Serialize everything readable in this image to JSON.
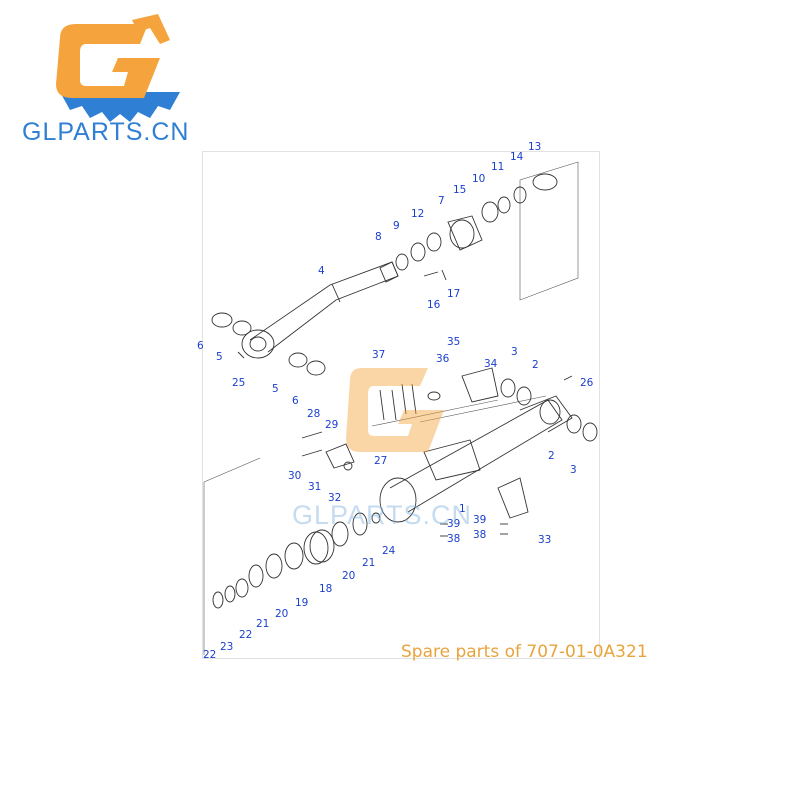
{
  "brand": {
    "name": "GLPARTS.CN",
    "watermark": "GLPARTS.CN",
    "logo": "gear-g-logo-icon",
    "colors": {
      "orange": "#f5a33c",
      "blue": "#2f7fd4"
    }
  },
  "caption": "Spare parts of 707-01-0A321",
  "callouts": [
    "13",
    "14",
    "11",
    "10",
    "15",
    "7",
    "12",
    "9",
    "8",
    "4",
    "16",
    "17",
    "6",
    "5",
    "25",
    "35",
    "36",
    "37",
    "34",
    "3",
    "2",
    "26",
    "5",
    "6",
    "28",
    "29",
    "27",
    "30",
    "31",
    "32",
    "1",
    "39",
    "39",
    "38",
    "38",
    "33",
    "2",
    "3",
    "24",
    "21",
    "20",
    "18",
    "19",
    "20",
    "21",
    "22",
    "23",
    "22"
  ]
}
